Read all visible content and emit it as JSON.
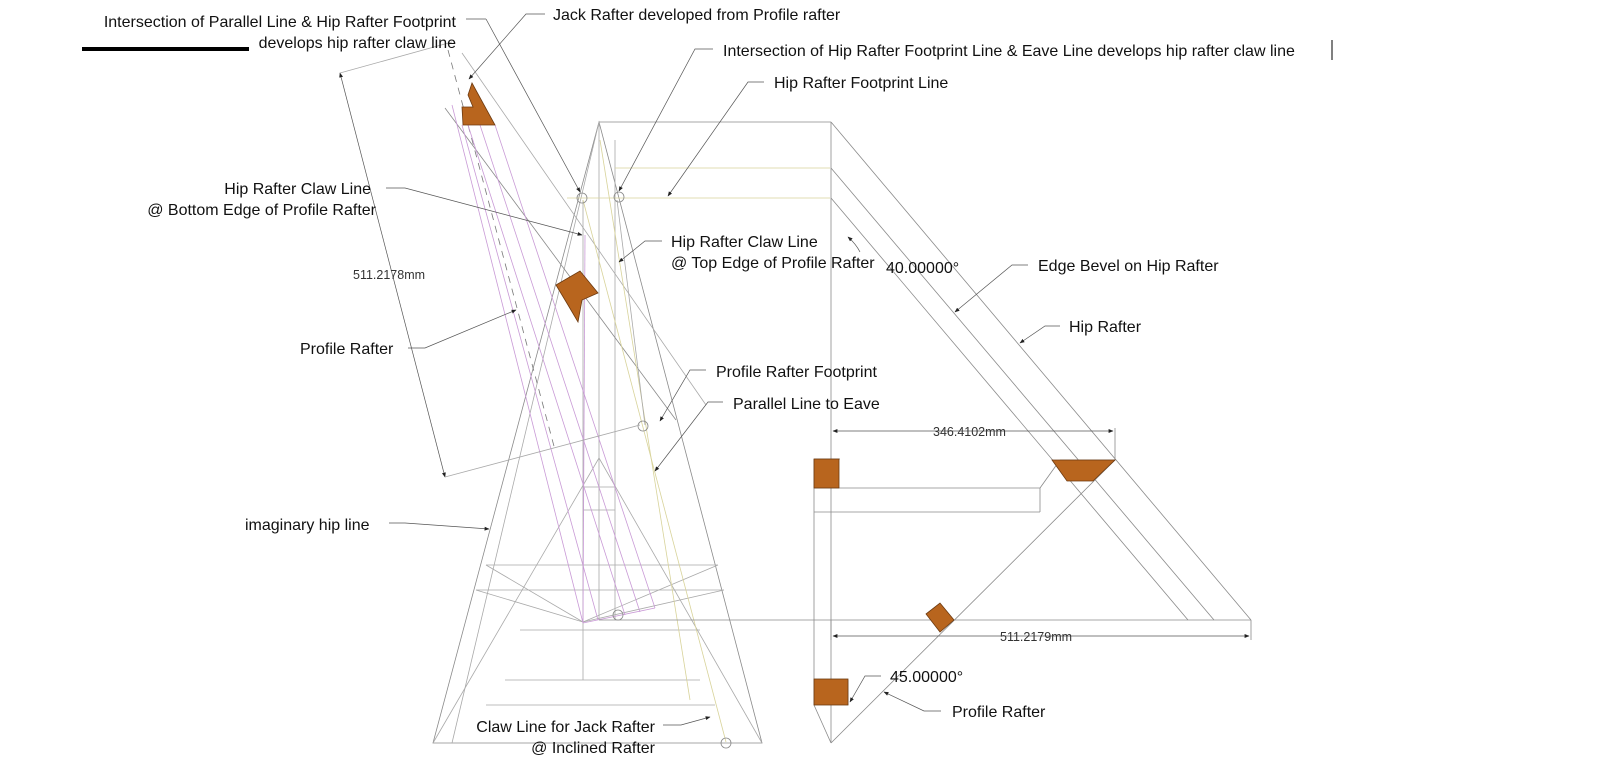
{
  "labels": {
    "parallel_intersection_1": "Intersection of Parallel Line & Hip Rafter Footprint",
    "parallel_intersection_2": "develops hip rafter claw line",
    "jack_rafter": "Jack Rafter developed from Profile rafter",
    "hip_footprint_eave": "Intersection of Hip Rafter Footprint Line & Eave Line develops hip rafter claw line",
    "hip_footprint_line": "Hip Rafter Footprint Line",
    "claw_bottom_1": "Hip Rafter Claw Line",
    "claw_bottom_2": "@ Bottom Edge of Profile Rafter",
    "claw_top_1": "Hip Rafter Claw Line",
    "claw_top_2": "@ Top Edge of Profile Rafter",
    "edge_bevel": "Edge Bevel on Hip Rafter",
    "hip_rafter": "Hip Rafter",
    "profile_rafter_left": "Profile Rafter",
    "profile_footprint": "Profile Rafter Footprint",
    "parallel_eave": "Parallel Line to Eave",
    "imaginary_hip": "imaginary hip line",
    "claw_jack_1": "Claw Line for Jack Rafter",
    "claw_jack_2": "@ Inclined Rafter",
    "profile_rafter_bottom": "Profile Rafter"
  },
  "dimensions": {
    "profile_length": "511.2178mm",
    "width": "346.4102mm",
    "plan_length": "511.2179mm"
  },
  "angles": {
    "hip_angle": "40.00000°",
    "plan_angle": "45.00000°"
  },
  "colors": {
    "wood": "#b8651e",
    "purple_lines": "#c99ad6",
    "yellow_lines": "#d8d39a"
  }
}
